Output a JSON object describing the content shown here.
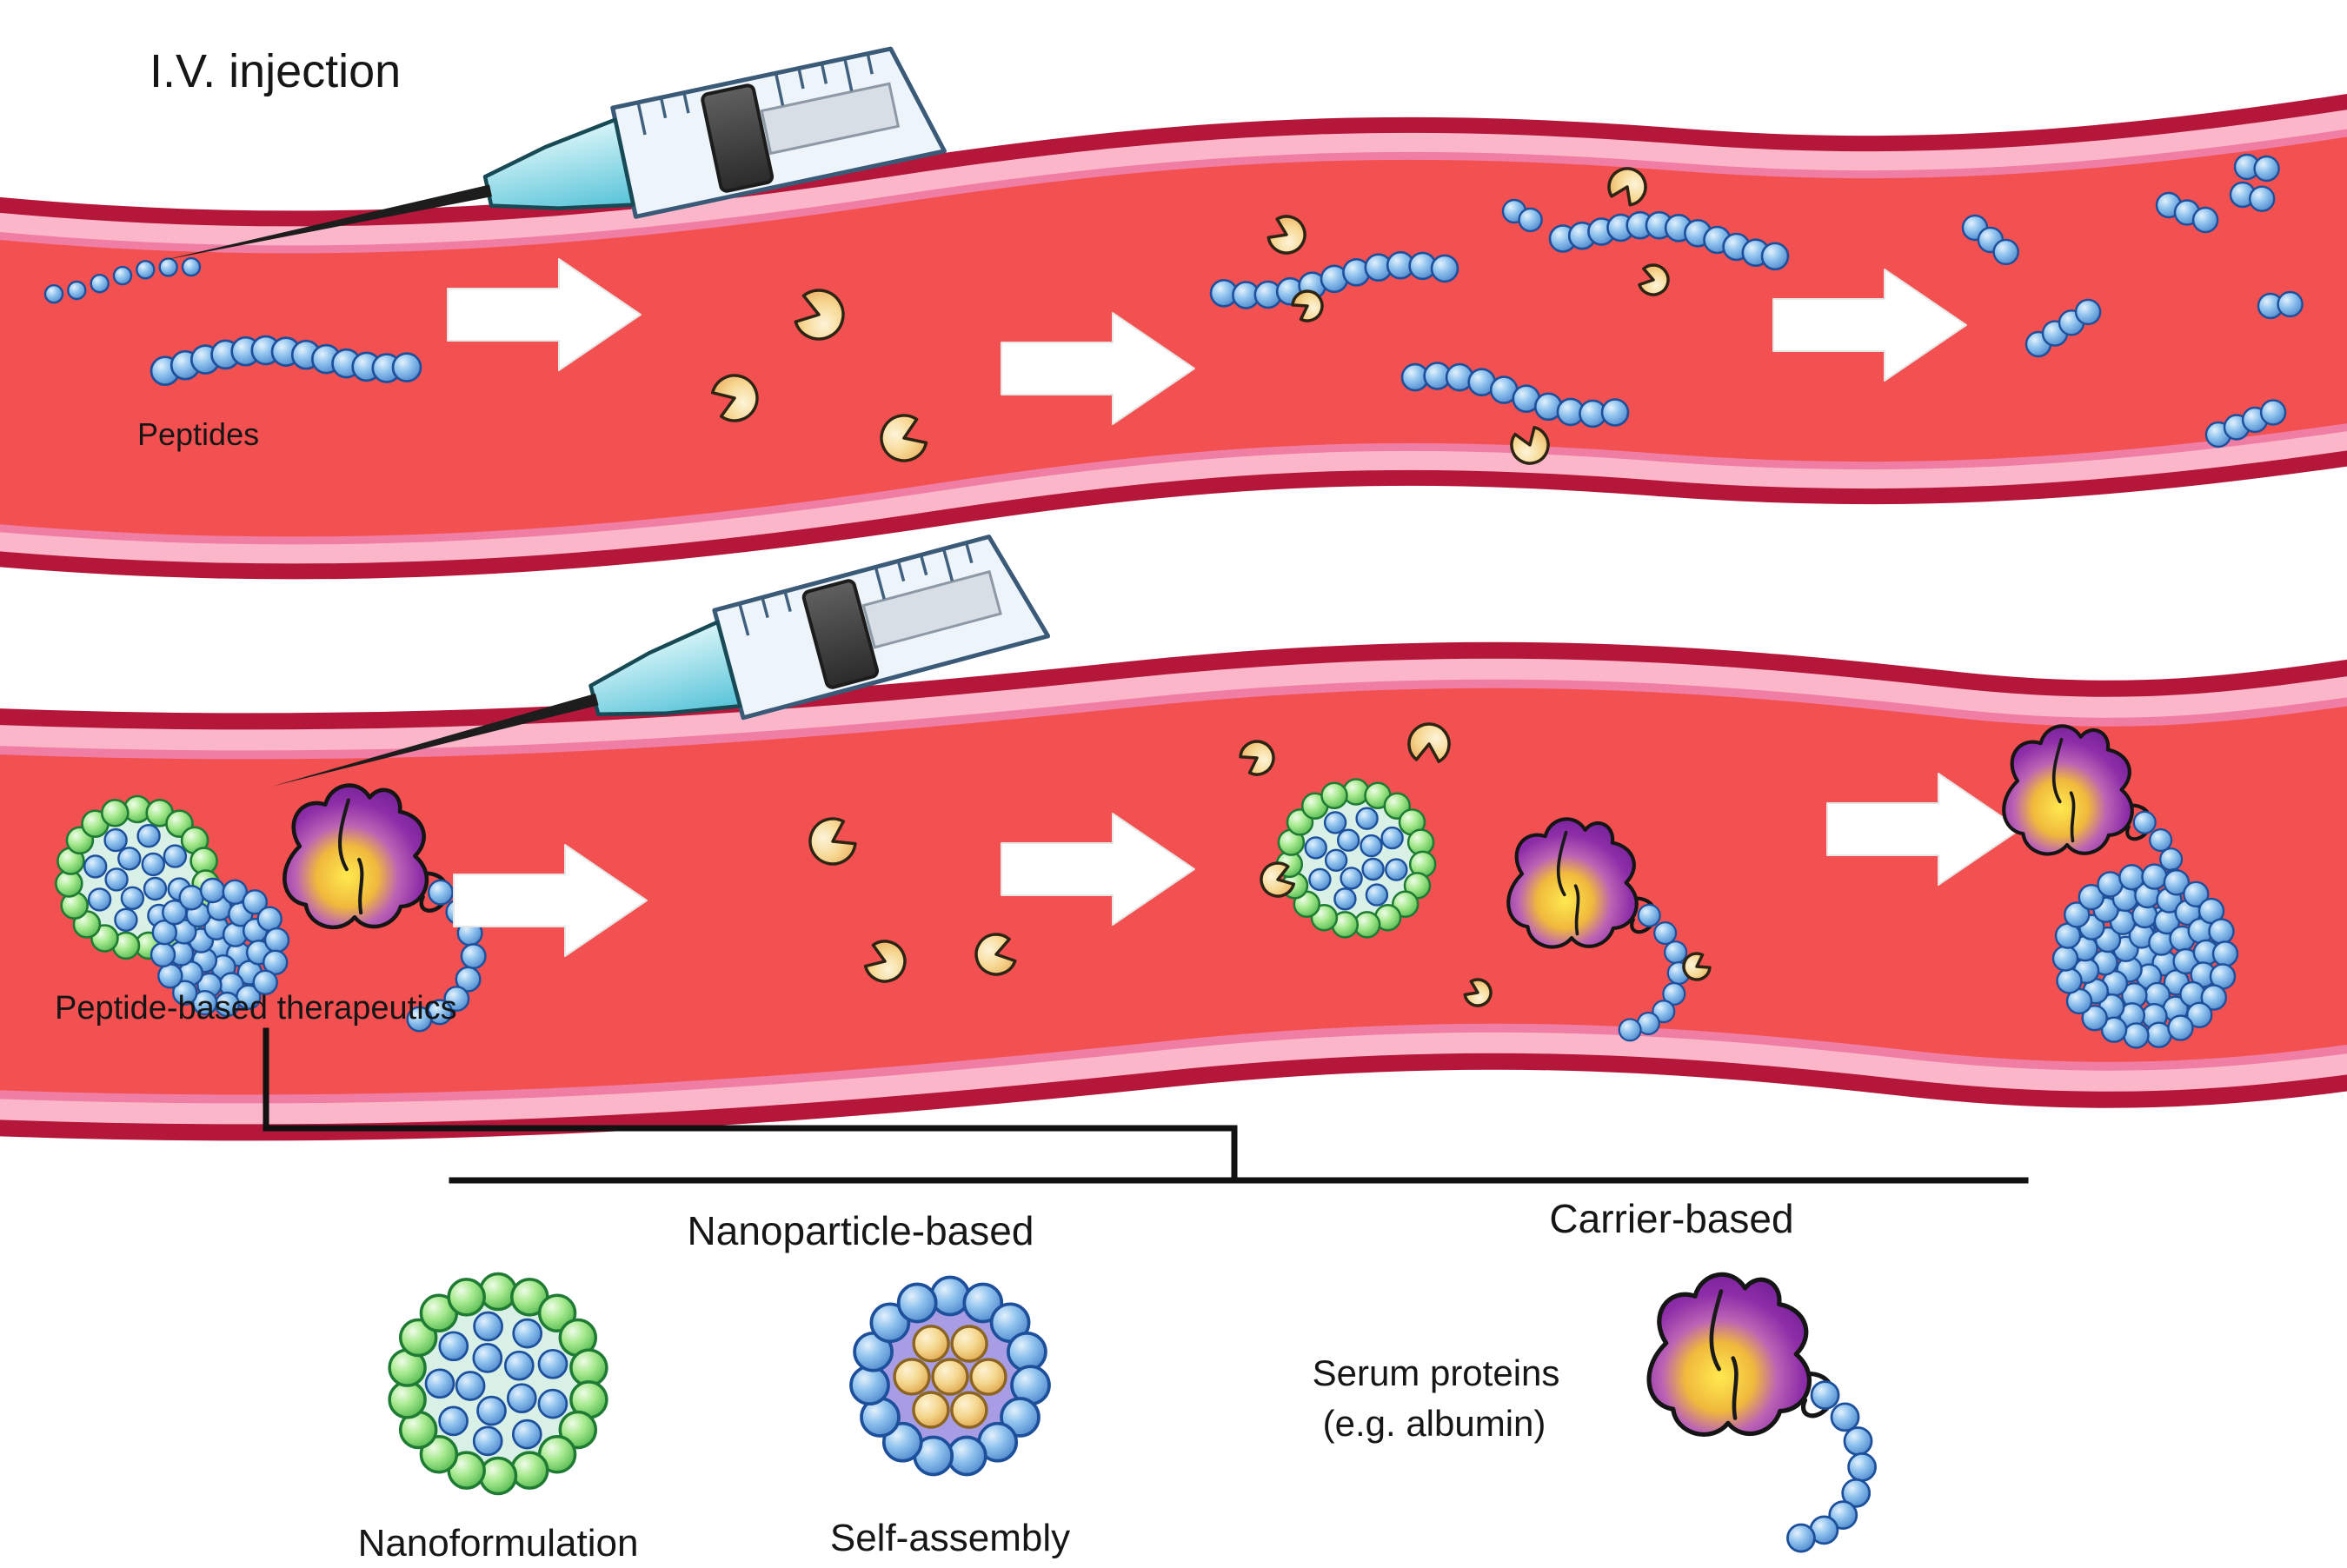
{
  "figure": {
    "title": "I.V. injection",
    "top_vessel_label": "Peptides",
    "bottom_vessel_label": "Peptide-based therapeutics",
    "branches": {
      "nanoparticle": {
        "label": "Nanoparticle-based",
        "nanoformulation_label": "Nanoformulation",
        "self_assembly_label": "Self-assembly"
      },
      "carrier": {
        "label": "Carrier-based",
        "serum_line1": "Serum proteins",
        "serum_line2": "(e.g. albumin)"
      }
    }
  },
  "colors": {
    "vessel_wall": "#b5173a",
    "vessel_lining": "#fbb6ca",
    "vessel_lining_inner": "#f07da4",
    "vessel_lumen": "#f35151",
    "peptide_bead": "#4d88cc",
    "bead_outline": "#1d4f9b",
    "shell_bead_green": "#54b94e",
    "green_outline": "#1f7a33",
    "inner_bead_yellow": "#dfa449",
    "yellow_outline": "#8a6420",
    "enzyme_cream": "#f6d894",
    "enzyme_outline": "#2e2414",
    "albumin_purple": "#6c1d92",
    "albumin_core": "#ffe94f",
    "nanoformulation_bg": "#d9f0e7",
    "self_assembly_bg": "#a89ce4",
    "arrow_white": "#ffffff",
    "syringe_cyan": "#56c3d8",
    "line_black": "#111111"
  }
}
